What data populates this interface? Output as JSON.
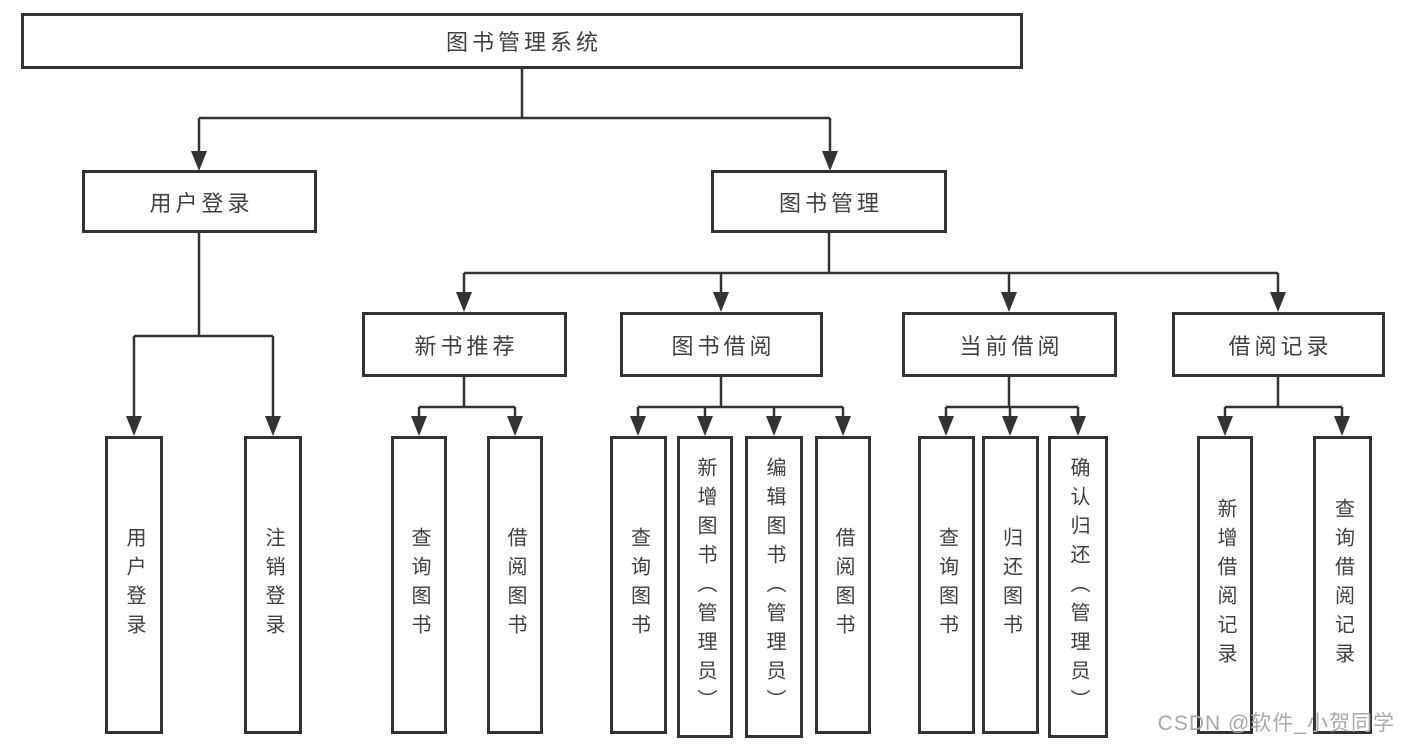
{
  "diagram": {
    "title": "图书管理系统",
    "root": {
      "label": "图书管理系统"
    },
    "branches": [
      {
        "label": "用户登录",
        "children": [
          {
            "label": "用户登录"
          },
          {
            "label": "注销登录"
          }
        ]
      },
      {
        "label": "图书管理",
        "children": [
          {
            "label": "新书推荐",
            "children": [
              {
                "label": "查询图书"
              },
              {
                "label": "借阅图书"
              }
            ]
          },
          {
            "label": "图书借阅",
            "children": [
              {
                "label": "查询图书"
              },
              {
                "label": "新增图书（管理员）"
              },
              {
                "label": "编辑图书（管理员）"
              },
              {
                "label": "借阅图书"
              }
            ]
          },
          {
            "label": "当前借阅",
            "children": [
              {
                "label": "查询图书"
              },
              {
                "label": "归还图书"
              },
              {
                "label": "确认归还（管理员）"
              }
            ]
          },
          {
            "label": "借阅记录",
            "children": [
              {
                "label": "新增借阅记录"
              },
              {
                "label": "查询借阅记录"
              }
            ]
          }
        ]
      }
    ]
  },
  "colors": {
    "line": "#333333",
    "text": "#404040",
    "background": "#ffffff",
    "watermark": "#a9a9a9"
  },
  "watermark": {
    "text": "CSDN @软件_小贺同学"
  }
}
